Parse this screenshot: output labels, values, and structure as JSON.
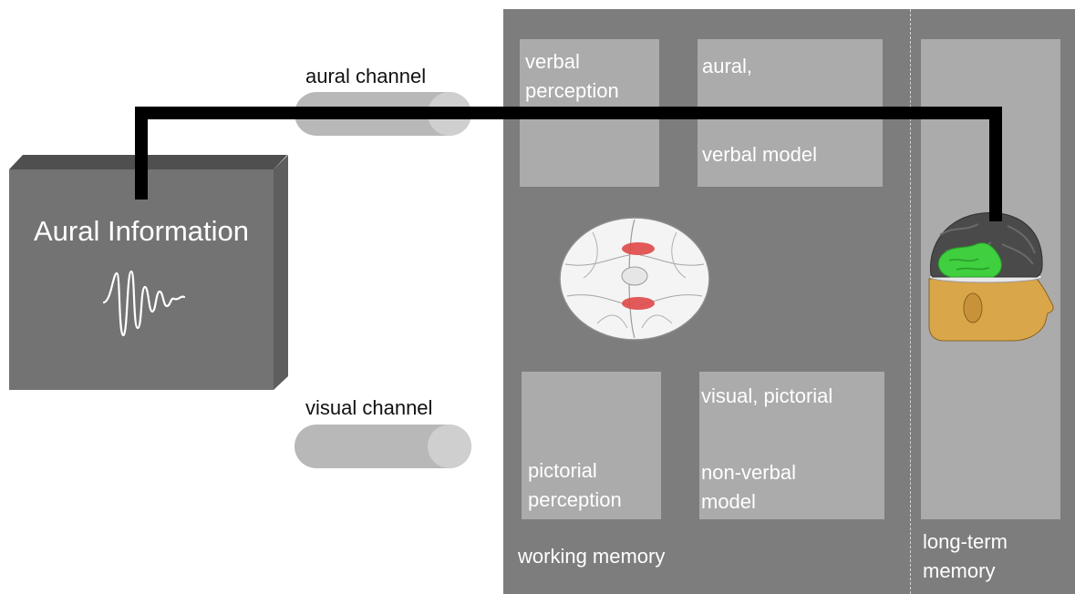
{
  "aural_information": {
    "label": "Aural Information",
    "wave_icon": "sound-wave-icon"
  },
  "channels": {
    "aural": {
      "label": "aural channel"
    },
    "visual": {
      "label": "visual channel"
    }
  },
  "working_memory": {
    "label": "working memory",
    "verbal_perception": {
      "line1": "verbal",
      "line2": "perception"
    },
    "verbal_model": {
      "top": "aural,",
      "bottom": "verbal model"
    },
    "pictorial_perception": {
      "line1": "pictorial",
      "line2": "perception"
    },
    "nonverbal_model": {
      "top": "visual, pictorial",
      "line1": "non-verbal",
      "line2": "model"
    },
    "brain_icon": "brain-scan-icon"
  },
  "long_term_memory": {
    "line1": "long-term",
    "line2": "memory",
    "head_icon": "head-with-brain-icon"
  },
  "colors": {
    "panel": "#7d7d7d",
    "cell": "#ababab",
    "box": "#737373",
    "connector": "#000000",
    "highlight_red": "#e04848",
    "brain_green": "#3fcf3f",
    "skin": "#d9a64a"
  }
}
